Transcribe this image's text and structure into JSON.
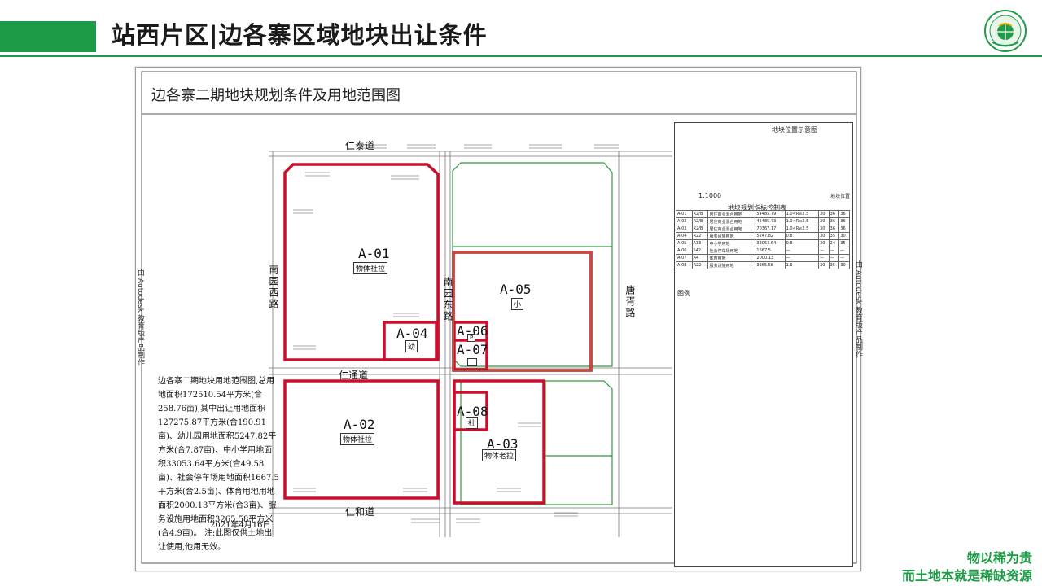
{
  "header": {
    "title": "站西片区|边各寨区域地块出让条件"
  },
  "colors": {
    "brand_green": "#1d9b46",
    "parcel_red": "#c8102e"
  },
  "document": {
    "title": "边各寨二期地块规划条件及用地范围图",
    "roads": {
      "north": "仁泰道",
      "middle": "仁通道",
      "south": "仁和道",
      "west": "南园西路",
      "center": "南园东路",
      "east": "唐胥路"
    },
    "parcels": [
      {
        "id": "A-01",
        "use": "物体社拉"
      },
      {
        "id": "A-02",
        "use": "物体社拉"
      },
      {
        "id": "A-03",
        "use": "物体老拉"
      },
      {
        "id": "A-04",
        "use": "幼"
      },
      {
        "id": "A-05",
        "use": "小"
      },
      {
        "id": "A-06",
        "use": "P"
      },
      {
        "id": "A-07",
        "use": ""
      },
      {
        "id": "A-08",
        "use": "社"
      }
    ],
    "note": "边各寨二期地块用地范围图,总用地面积172510.54平方米(合258.76亩),其中出让用地面积127275.87平方米(合190.91亩)、幼儿园用地面积5247.82平方米(合7.87亩)、中小学用地面积33053.64平方米(合49.58亩)、社会停车场用地面积1667.5平方米(合2.5亩)、体育用地用地面积2000.13平方米(合3亩)、服务设施用地面积3265.58平方米(合4.9亩)。 注:此图仅供土地出让使用,他用无效。",
    "date": "2021年4月16日",
    "side_text_left": "由 Autodesk 教育版产品制作",
    "side_text_right": "由 Autodesk 教育版产品制作"
  },
  "panel": {
    "location_title": "地块位置示意图",
    "scale": "1:1000",
    "location_legend": "地块位置",
    "table_title": "地块规划指标控制表",
    "table_rows": [
      [
        "A-01",
        "R2/B",
        "居住商业混合用地",
        "54485.79",
        "1.0<R≤2.5",
        "30",
        "36",
        "36"
      ],
      [
        "A-02",
        "R2/B",
        "居住商业混合用地",
        "45485.73",
        "1.0<R≤2.5",
        "30",
        "36",
        "36"
      ],
      [
        "A-03",
        "R2/B",
        "居住商业混合用地",
        "70367.17",
        "1.0<R≤2.5",
        "30",
        "36",
        "36"
      ],
      [
        "A-04",
        "R22",
        "服务设施用地",
        "5247.82",
        "0.8",
        "30",
        "35",
        "30"
      ],
      [
        "A-05",
        "A33",
        "中小学用地",
        "33053.64",
        "0.8",
        "30",
        "24",
        "35"
      ],
      [
        "A-06",
        "S42",
        "社会停车场用地",
        "1667.5",
        "—",
        "—",
        "—",
        "—"
      ],
      [
        "A-07",
        "A4",
        "体育用地",
        "2000.13",
        "—",
        "—",
        "—",
        "—"
      ],
      [
        "A-08",
        "R22",
        "服务设施用地",
        "3265.58",
        "1.6",
        "30",
        "35",
        "30"
      ]
    ],
    "legend_title": "图例"
  },
  "slogan": {
    "line1": "物以稀为贵",
    "line2": "而土地本就是稀缺资源"
  }
}
